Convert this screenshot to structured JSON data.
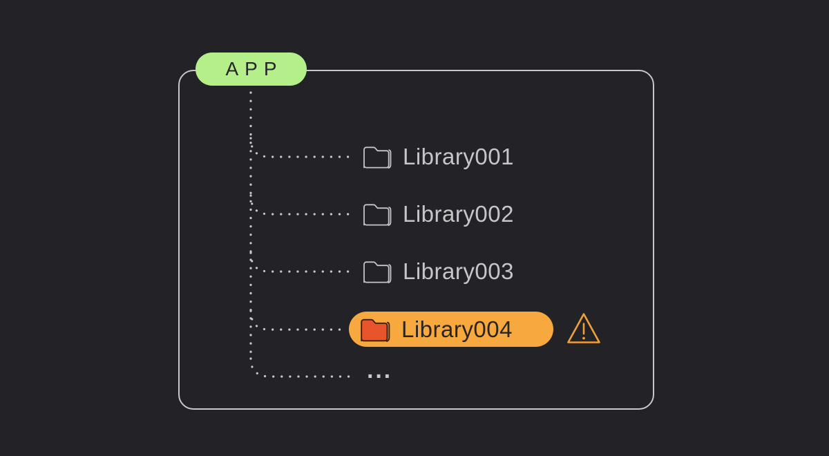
{
  "diagram": {
    "root_node": {
      "label": "APP"
    },
    "tree": {
      "items": [
        {
          "label": "Library001",
          "icon": "folder-outline-icon",
          "state": "normal"
        },
        {
          "label": "Library002",
          "icon": "folder-outline-icon",
          "state": "normal"
        },
        {
          "label": "Library003",
          "icon": "folder-outline-icon",
          "state": "normal"
        },
        {
          "label": "Library004",
          "icon": "folder-filled-icon",
          "state": "warning",
          "badge_icon": "warning-triangle-icon"
        },
        {
          "label": "···",
          "state": "more-items"
        }
      ]
    },
    "colors": {
      "background": "#232227",
      "frame_border": "#c8c7ca",
      "connector_dots": "#c9c8cb",
      "node_text": "#c6c5c8",
      "app_pill_bg": "#b4ef8a",
      "app_pill_text": "#26252a",
      "highlight_pill_bg": "#f7a83e",
      "highlight_pill_text": "#2b2520",
      "folder_fill": "#e8552c",
      "warning_accent": "#f0a039"
    }
  }
}
